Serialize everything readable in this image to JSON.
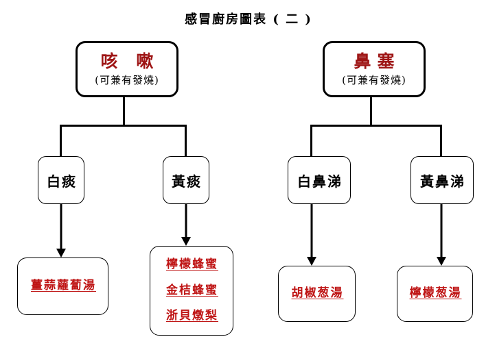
{
  "page": {
    "title": "感冒廚房圖表 ( 二 )",
    "background_color": "#ffffff",
    "accent_red": "#9e1515",
    "remedy_red": "#bf1414",
    "line_color": "#000000"
  },
  "branches": [
    {
      "id": "cough",
      "symptom": {
        "main": "咳 嗽",
        "note": "(可兼有發燒)"
      },
      "children": [
        {
          "id": "white-phlegm",
          "label": "白痰",
          "remedies": [
            "薑蒜蘿蔔湯"
          ]
        },
        {
          "id": "yellow-phlegm",
          "label": "黃痰",
          "remedies": [
            "檸檬蜂蜜",
            "金桔蜂蜜",
            "浙貝燉梨"
          ]
        }
      ]
    },
    {
      "id": "stuffy-nose",
      "symptom": {
        "main": "鼻塞",
        "note": "(可兼有發燒)"
      },
      "children": [
        {
          "id": "white-mucus",
          "label": "白鼻涕",
          "remedies": [
            "胡椒葱湯"
          ]
        },
        {
          "id": "yellow-mucus",
          "label": "黃鼻涕",
          "remedies": [
            "檸檬葱湯"
          ]
        }
      ]
    }
  ]
}
